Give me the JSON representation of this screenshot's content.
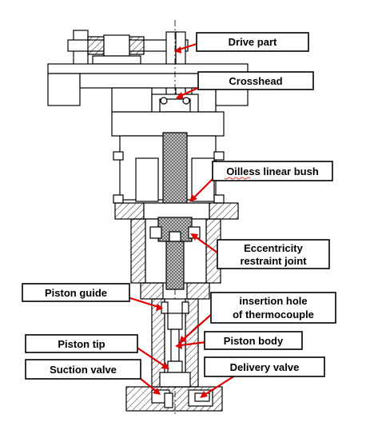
{
  "labels": {
    "drive_part": "Drive  part",
    "crosshead": "Crosshead",
    "oilless_linear_bush": "Oilless linear bush",
    "eccentricity_restraint_joint_line1": "Eccentricity",
    "eccentricity_restraint_joint_line2": "restraint joint",
    "piston_guide": "Piston guide",
    "insertion_hole_line1": "insertion hole",
    "insertion_hole_line2": "of thermocouple",
    "piston_tip": "Piston tip",
    "piston_body": "Piston body",
    "suction_valve": "Suction valve",
    "delivery_valve": "Delivery valve"
  },
  "colors": {
    "arrow": "#e00000",
    "line": "#000000"
  }
}
